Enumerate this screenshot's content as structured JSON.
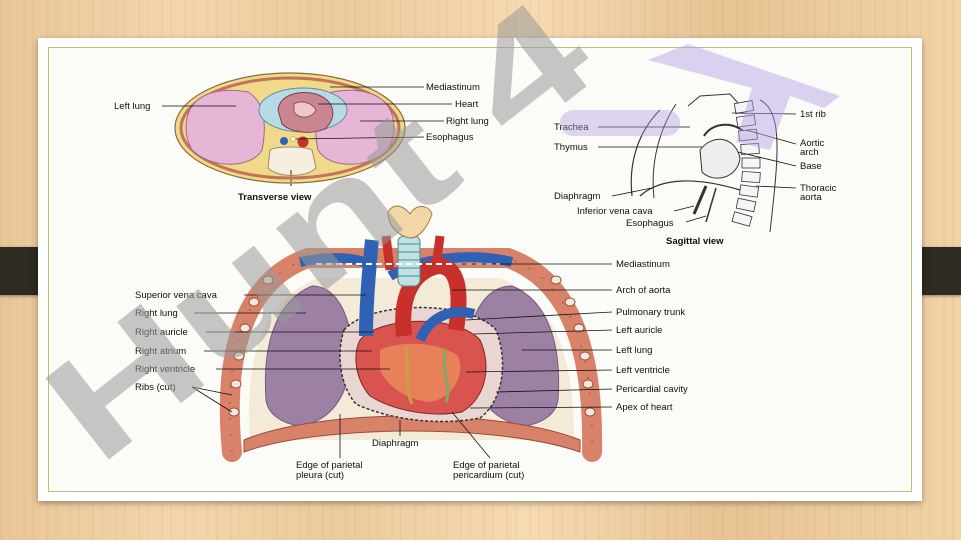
{
  "transverse": {
    "caption": "Transverse view",
    "labels": {
      "left_lung": "Left lung",
      "mediastinum": "Mediastinum",
      "heart": "Heart",
      "right_lung": "Right lung",
      "esophagus": "Esophagus"
    }
  },
  "sagittal": {
    "caption": "Sagittal view",
    "labels": {
      "trachea": "Trachea",
      "thymus": "Thymus",
      "diaphragm": "Diaphragm",
      "inferior_vena_cava": "Inferior vena cava",
      "esophagus": "Esophagus",
      "first_rib": "1st rib",
      "aortic_arch_1": "Aortic",
      "aortic_arch_2": "arch",
      "base": "Base",
      "thoracic_aorta_1": "Thoracic",
      "thoracic_aorta_2": "aorta"
    }
  },
  "frontal": {
    "left_labels": {
      "superior_vena_cava": "Superior vena cava",
      "right_lung": "Right lung",
      "right_auricle": "Right auricle",
      "right_atrium": "Right atrium",
      "right_ventricle": "Right ventricle",
      "ribs_cut": "Ribs (cut)"
    },
    "right_labels": {
      "mediastinum": "Mediastinum",
      "arch_of_aorta": "Arch of aorta",
      "pulmonary_trunk": "Pulmonary trunk",
      "left_auricle": "Left auricle",
      "left_lung": "Left lung",
      "left_ventricle": "Left ventricle",
      "pericardial_cavity": "Pericardial cavity",
      "apex_of_heart": "Apex of heart"
    },
    "bottom_labels": {
      "diaphragm": "Diaphragm",
      "parietal_pleura_1": "Edge of parietal",
      "parietal_pleura_2": "pleura (cut)",
      "parietal_pericardium_1": "Edge of parietal",
      "parietal_pericardium_2": "pericardium (cut)"
    }
  },
  "watermark": {
    "text": "Hunt 4"
  },
  "colors": {
    "lung_pink": "#e7b6d6",
    "lung_purple": "#8e6f9c",
    "heart_red": "#d9534f",
    "vein_blue": "#2f62b5",
    "artery_red": "#c8312b",
    "rib_orange": "#d9826a",
    "watermark_gray": "#9a9a9a",
    "watermark_violet": "#b49be6"
  }
}
